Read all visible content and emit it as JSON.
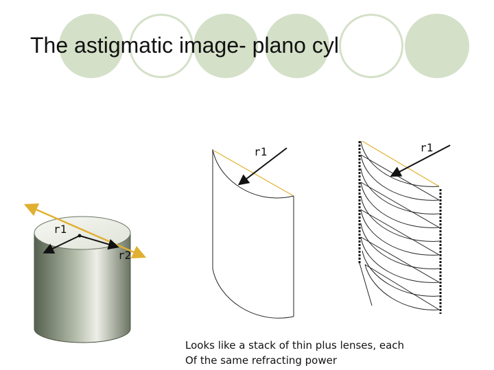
{
  "slide": {
    "title": "The astigmatic image- plano cyl",
    "caption_line1": "Looks like a stack of thin plus lenses, each",
    "caption_line2": "Of the same refracting power"
  },
  "labels": {
    "r1_cylinder": "r1",
    "r2_cylinder": "r2",
    "r1_lens": "r1",
    "r1_stack": "r1"
  },
  "colors": {
    "accent_line": "#e0b030",
    "decor_green": "#d4e0c8",
    "cylinder_dark": "#55604c",
    "cylinder_light": "#eef0e8"
  }
}
